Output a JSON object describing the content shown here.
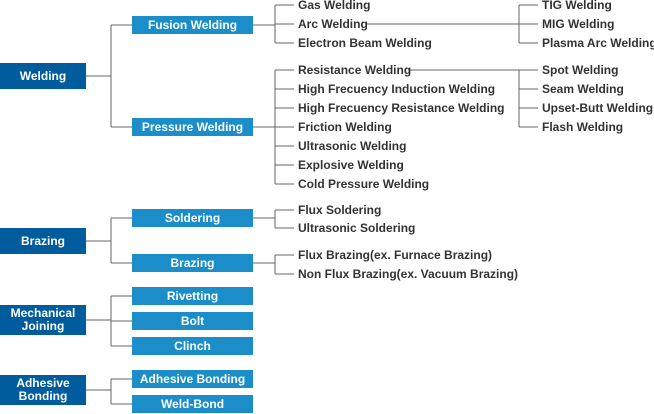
{
  "colors": {
    "root_box": "#005c9c",
    "category_box": "#1b8ec9",
    "connector": "#666666",
    "leaf_text": "#333333",
    "box_text": "#ffffff"
  },
  "roots": [
    {
      "label": "Welding",
      "categories": [
        {
          "label": "Fusion Welding",
          "methods": [
            {
              "label": "Gas Welding",
              "subtypes": []
            },
            {
              "label": "Arc Welding",
              "subtypes": [
                "TIG Welding",
                "MIG Welding",
                "Plasma Arc Welding"
              ]
            },
            {
              "label": "Electron Beam Welding",
              "subtypes": []
            }
          ]
        },
        {
          "label": "Pressure Welding",
          "methods": [
            {
              "label": "Resistance Welding",
              "subtypes": [
                "Spot Welding",
                "Seam Welding",
                "Upset-Butt Welding",
                "Flash Welding"
              ]
            },
            {
              "label": "High Frecuency Induction Welding",
              "subtypes": []
            },
            {
              "label": "High Frecuency Resistance Welding",
              "subtypes": []
            },
            {
              "label": "Friction Welding",
              "subtypes": []
            },
            {
              "label": "Ultrasonic Welding",
              "subtypes": []
            },
            {
              "label": "Explosive Welding",
              "subtypes": []
            },
            {
              "label": "Cold Pressure Welding",
              "subtypes": []
            }
          ]
        }
      ]
    },
    {
      "label": "Brazing",
      "categories": [
        {
          "label": "Soldering",
          "methods": [
            {
              "label": "Flux Soldering",
              "subtypes": []
            },
            {
              "label": "Ultrasonic Soldering",
              "subtypes": []
            }
          ]
        },
        {
          "label": "Brazing",
          "methods": [
            {
              "label": "Flux Brazing(ex. Furnace Brazing)",
              "subtypes": []
            },
            {
              "label": "Non Flux Brazing(ex. Vacuum Brazing)",
              "subtypes": []
            }
          ]
        }
      ]
    },
    {
      "label": "Mechanical Joining",
      "categories": [
        {
          "label": "Rivetting",
          "methods": []
        },
        {
          "label": "Bolt",
          "methods": []
        },
        {
          "label": "Clinch",
          "methods": []
        }
      ]
    },
    {
      "label": "Adhesive Bonding",
      "categories": [
        {
          "label": "Adhesive Bonding",
          "methods": []
        },
        {
          "label": "Weld-Bond",
          "methods": []
        }
      ]
    }
  ]
}
